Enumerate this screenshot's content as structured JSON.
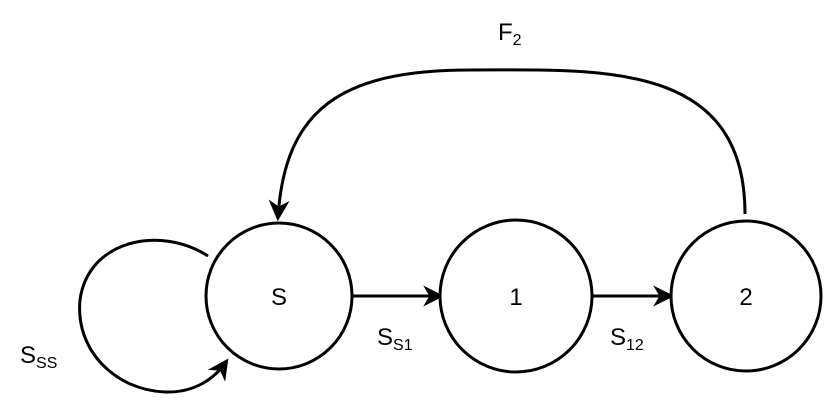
{
  "nodes": [
    {
      "id": "S",
      "label": "S"
    },
    {
      "id": "1",
      "label": "1"
    },
    {
      "id": "2",
      "label": "2"
    }
  ],
  "edges": [
    {
      "from": "S",
      "to": "S",
      "label_main": "S",
      "label_sub": "SS"
    },
    {
      "from": "S",
      "to": "1",
      "label_main": "S",
      "label_sub": "S1"
    },
    {
      "from": "1",
      "to": "2",
      "label_main": "S",
      "label_sub": "12"
    },
    {
      "from": "2",
      "to": "S",
      "label_main": "F",
      "label_sub": "2"
    }
  ],
  "colors": {
    "stroke": "#000000",
    "background": "#ffffff"
  }
}
